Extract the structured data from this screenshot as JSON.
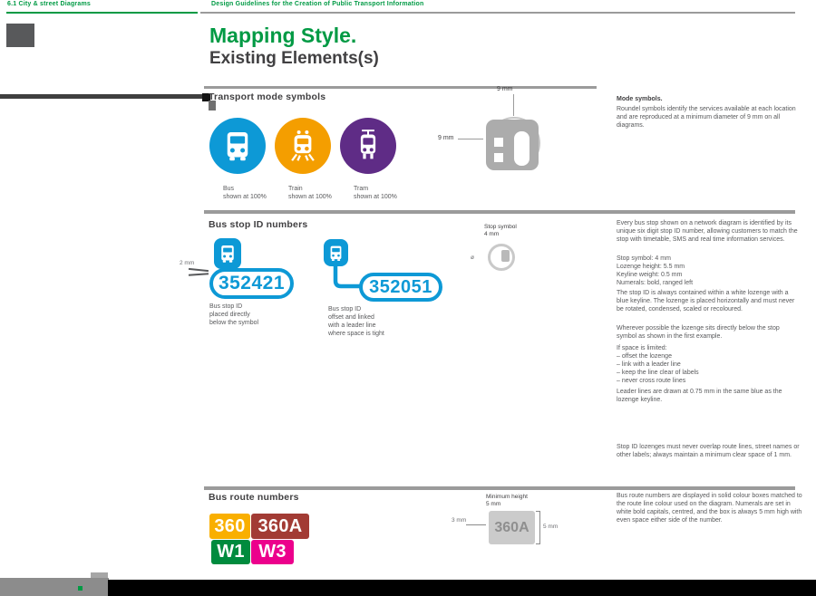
{
  "page": {
    "section_label": "6.1 City & street Diagrams",
    "doc_title": "Design Guidelines for the Creation of Public Transport Information",
    "title": "Mapping Style.",
    "subtitle": "Existing Elements(s)"
  },
  "colors": {
    "brand_green": "#009A44",
    "bus_blue": "#0D99D6",
    "train_orange": "#F49E00",
    "tram_purple": "#5F2C86",
    "route_360": "#F9AF00",
    "route_360A": "#A23B34",
    "route_W1": "#008B3E",
    "route_W3": "#EC008C"
  },
  "section_modes": {
    "heading": "Transport mode symbols",
    "modes": [
      {
        "label": "Bus",
        "sub": "shown at 100%"
      },
      {
        "label": "Train",
        "sub": "shown at 100%"
      },
      {
        "label": "Tram",
        "sub": "shown at 100%"
      }
    ],
    "dim_top": "9 mm",
    "dim_left": "9 mm",
    "note_title": "Mode symbols.",
    "note_body": "Roundel symbols identify the services available at each location and are reproduced at a minimum diameter of 9 mm on all diagrams."
  },
  "section_stops": {
    "heading": "Bus stop ID numbers",
    "stop1_id": "352421",
    "stop2_id": "352051",
    "annotation_left": "2 mm",
    "stop1_caption": "Bus stop ID\nplaced directly\nbelow the symbol",
    "stop2_caption": "Bus stop ID\noffset and linked\nwith a leader line\nwhere space is tight",
    "meas_top": "Stop symbol\n4 mm",
    "meas_left": "ø",
    "paras": [
      "Every bus stop shown on a network diagram is identified by its unique six digit stop ID number, allowing customers to match the stop with timetable, SMS and real time information services.",
      "Stop symbol: 4 mm\nLozenge height: 5.5 mm\nKeyline weight: 0.5 mm\nNumerals: bold, ranged left",
      "The stop ID is always contained within a white lozenge with a blue keyline. The lozenge is placed horizontally and must never be rotated, condensed, scaled or recoloured.",
      "Wherever possible the lozenge sits directly below the stop symbol as shown in the first example.",
      "If space is limited:\n– offset the lozenge\n– link with a leader line\n– keep the line clear of labels\n– never cross route lines",
      "Leader lines are drawn at 0.75 mm in the same blue as the lozenge keyline.",
      "Stop ID lozenges must never overlap route lines, street names or other labels; always maintain a minimum clear space of 1 mm."
    ]
  },
  "section_routes": {
    "heading": "Bus route numbers",
    "routes": [
      {
        "label": "360"
      },
      {
        "label": "360A"
      },
      {
        "label": "W1"
      },
      {
        "label": "W3"
      }
    ],
    "tiny_left": "3 mm",
    "fig_label": "Minimum height\n5 mm",
    "fig_box": "360A",
    "fig_dim": "5 mm",
    "note": "Bus route numbers are displayed in solid colour boxes matched to the route line colour used on the diagram. Numerals are set in white bold capitals, centred, and the box is always 5 mm high with even space either side of the number."
  }
}
